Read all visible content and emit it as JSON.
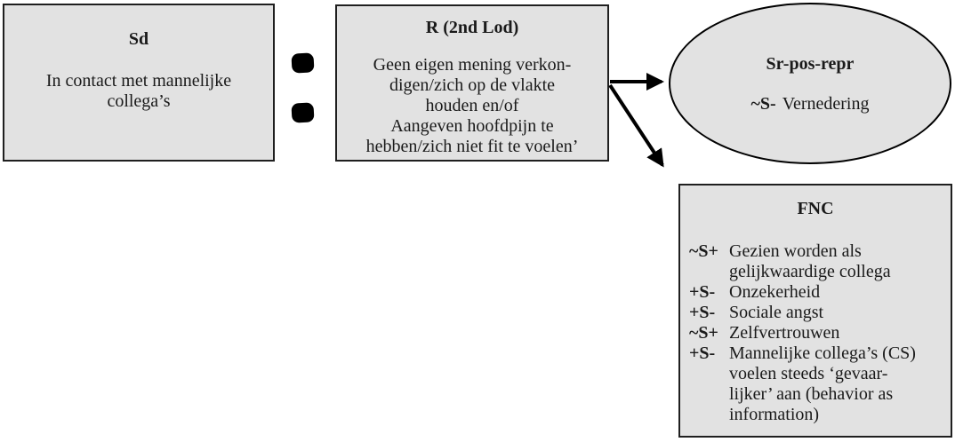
{
  "diagram": {
    "background_color": "#ffffff",
    "node_fill_color": "#e2e2e2",
    "node_border_color": "#1f1f1f",
    "arrow_color": "#000000",
    "separator_icon": "colon-dots",
    "sd_box": {
      "title": "Sd",
      "body": "In contact met mannelijke\ncollega’s"
    },
    "r_box": {
      "title": "R (2nd Lod)",
      "body": "Geen eigen mening verkon-\ndigen/zich op de vlakte\nhouden en/of\nAangeven hoofdpijn te\nhebben/zich niet fit te voelen’"
    },
    "sr_ellipse": {
      "title": "Sr-pos-repr",
      "entry_prefix": "~S-",
      "entry_label": "Vernedering"
    },
    "fnc_box": {
      "title": "FNC",
      "items": [
        {
          "prefix": "~S+",
          "text": "Gezien worden als\ngelijkwaardige collega"
        },
        {
          "prefix": "+S-",
          "text": "Onzekerheid"
        },
        {
          "prefix": "+S-",
          "text": "Sociale angst"
        },
        {
          "prefix": "~S+",
          "text": "Zelfvertrouwen"
        },
        {
          "prefix": "+S-",
          "text": "Mannelijke collega’s (CS)\nvoelen steeds ‘gevaar-\nlijker’ aan (behavior as\ninformation)"
        }
      ]
    }
  }
}
